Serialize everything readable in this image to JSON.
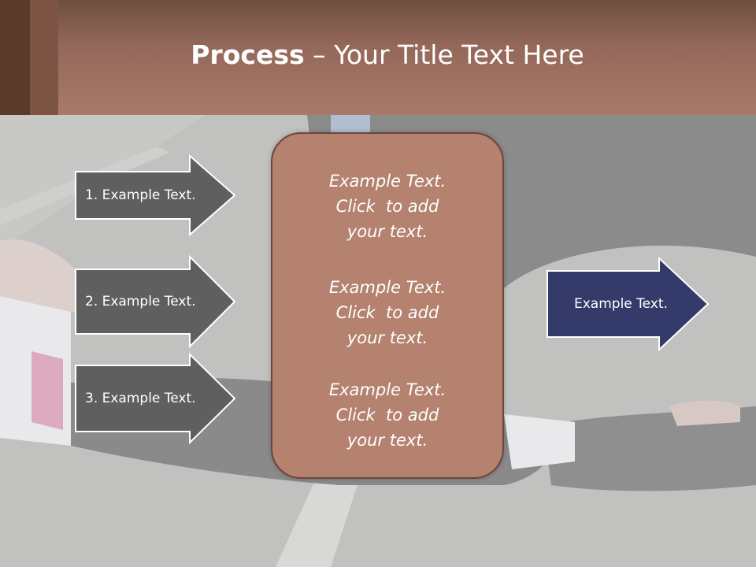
{
  "slide": {
    "title_bold": "Process",
    "title_rest": " – Your Title Text Here"
  },
  "left_arrows": [
    {
      "label": "1. Example Text."
    },
    {
      "label": "2. Example Text."
    },
    {
      "label": "3. Example Text."
    }
  ],
  "center_box": {
    "paragraphs": [
      "Example Text.\nClick  to add\nyour text.",
      "Example Text.\nClick  to add\nyour text.",
      "Example Text.\nClick  to add\nyour text."
    ]
  },
  "right_arrow": {
    "label": "Example Text."
  },
  "colors": {
    "left_arrow_fill": "#5f5f5f",
    "right_arrow_fill": "#343a6a",
    "center_box_fill": "#b4826f",
    "header_brown": "#a97a68"
  }
}
